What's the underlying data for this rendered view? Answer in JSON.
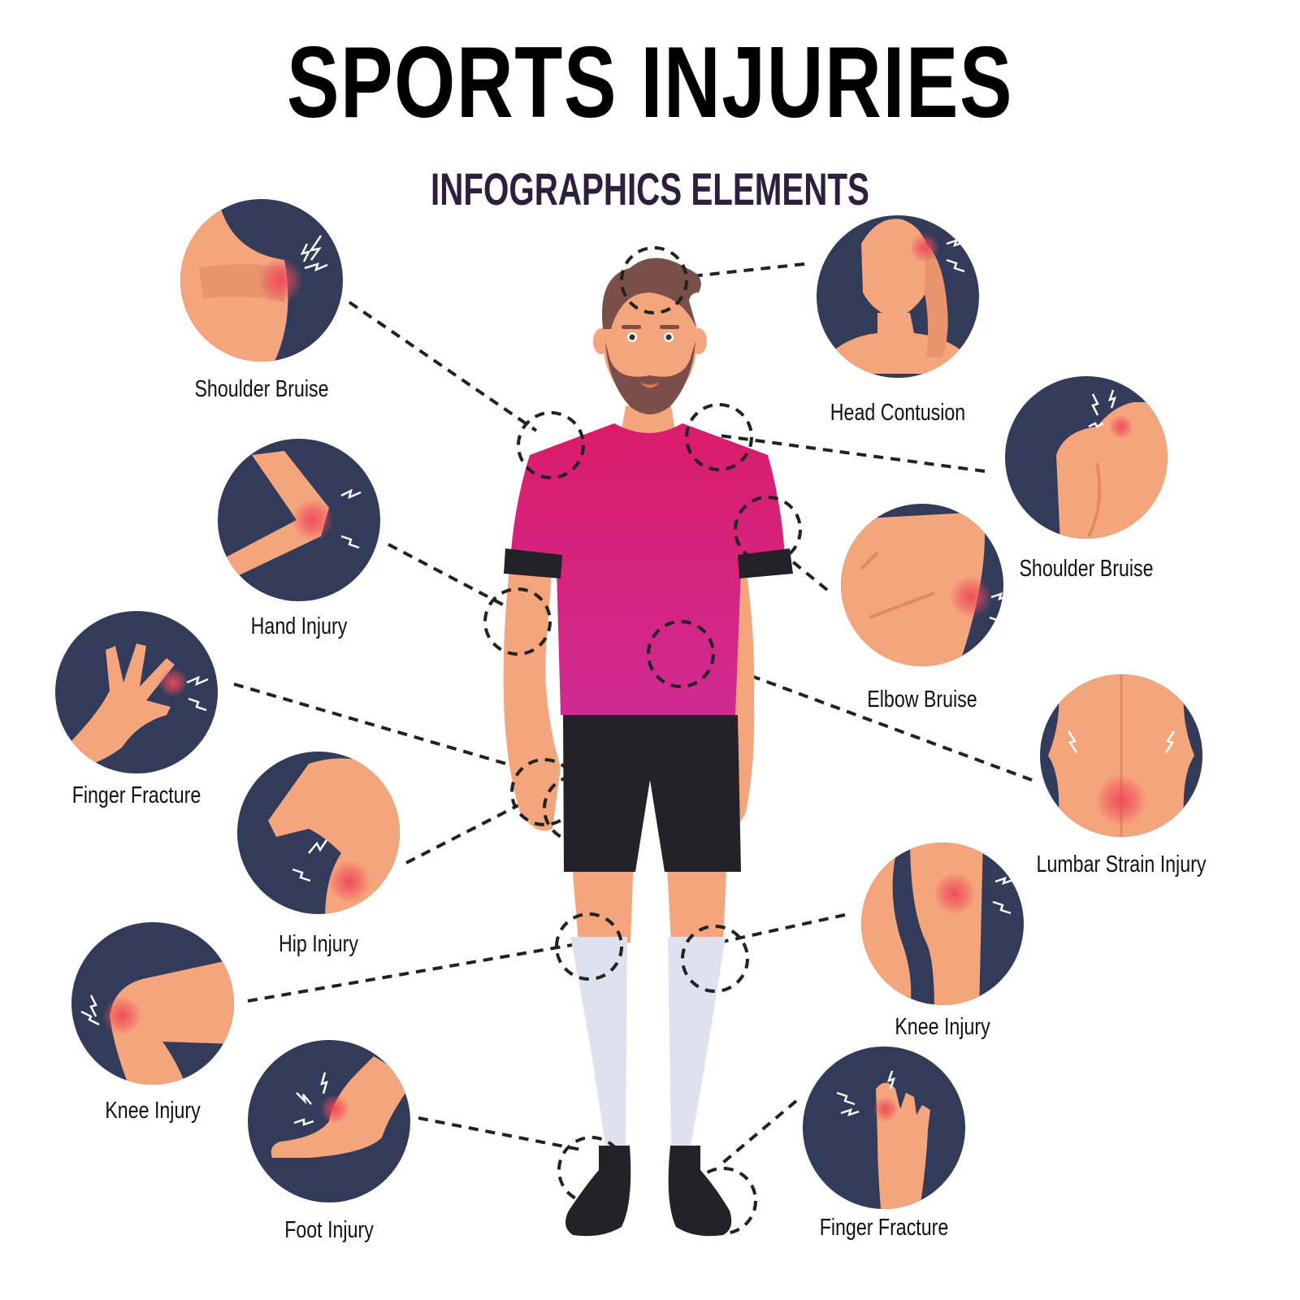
{
  "header": {
    "title": "SPORTS INJURIES",
    "subtitle": "INFOGRAPHICS ELEMENTS"
  },
  "colors": {
    "circle_bg": "#323c5a",
    "skin": "#f4a57c",
    "skin_shadow": "#e08a63",
    "pain_red": "#f0485a",
    "shirt": "#d81b6f",
    "shirt_bottom": "#d0268f",
    "shorts": "#222228",
    "socks": "#dde2ee",
    "hair": "#7a4f4a",
    "dash": "#222222",
    "title": "#000000",
    "subtitle": "#2d1f3d"
  },
  "injuries": [
    {
      "label": "Shoulder Bruise",
      "side": "left",
      "icon": "shoulder-bruise-illustration"
    },
    {
      "label": "Hand Injury",
      "side": "left",
      "icon": "elbow-arm-illustration"
    },
    {
      "label": "Finger Fracture",
      "side": "left",
      "icon": "hand-finger-illustration"
    },
    {
      "label": "Hip Injury",
      "side": "left",
      "icon": "hip-illustration"
    },
    {
      "label": "Knee Injury",
      "side": "left",
      "icon": "knee-side-illustration"
    },
    {
      "label": "Foot Injury",
      "side": "left",
      "icon": "ankle-foot-illustration"
    },
    {
      "label": "Head Contusion",
      "side": "right",
      "icon": "head-illustration"
    },
    {
      "label": "Shoulder Bruise",
      "side": "right",
      "icon": "shoulder-back-illustration"
    },
    {
      "label": "Elbow Bruise",
      "side": "right",
      "icon": "elbow-illustration"
    },
    {
      "label": "Lumbar Strain Injury",
      "side": "right",
      "icon": "lower-back-illustration"
    },
    {
      "label": "Knee Injury",
      "side": "right",
      "icon": "knee-front-illustration"
    },
    {
      "label": "Finger Fracture",
      "side": "right",
      "icon": "toe-illustration"
    }
  ]
}
